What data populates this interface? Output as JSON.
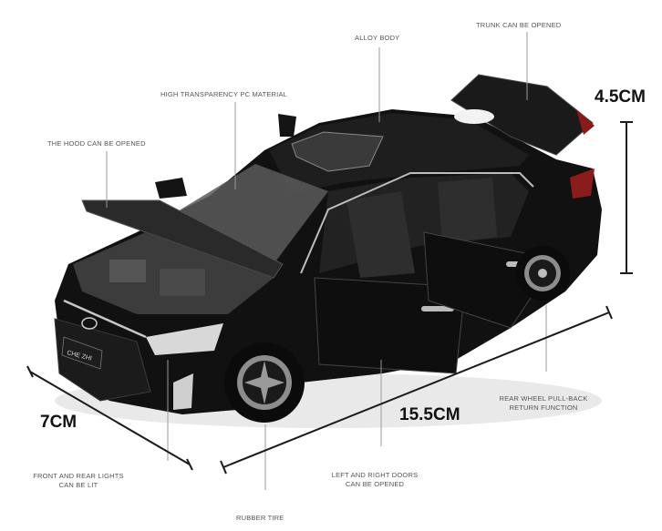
{
  "labels": {
    "alloy_body": "ALLOY BODY",
    "trunk": "TRUNK CAN BE OPENED",
    "pc_material": "HIGH TRANSPARENCY PC MATERIAL",
    "hood": "THE HOOD CAN BE OPENED",
    "rear_wheel_line1": "REAR WHEEL PULL-BACK",
    "rear_wheel_line2": "RETURN FUNCTION",
    "lights_line1": "FRONT AND REAR LIGHTS",
    "lights_line2": "CAN BE LIT",
    "doors_line1": "LEFT AND RIGHT DOORS",
    "doors_line2": "CAN BE OPENED",
    "tire": "RUBBER TIRE"
  },
  "dimensions": {
    "height": "4.5CM",
    "width": "7CM",
    "length": "15.5CM"
  },
  "car": {
    "plate_text": "CHE ZHI",
    "body_color": "#111111"
  }
}
